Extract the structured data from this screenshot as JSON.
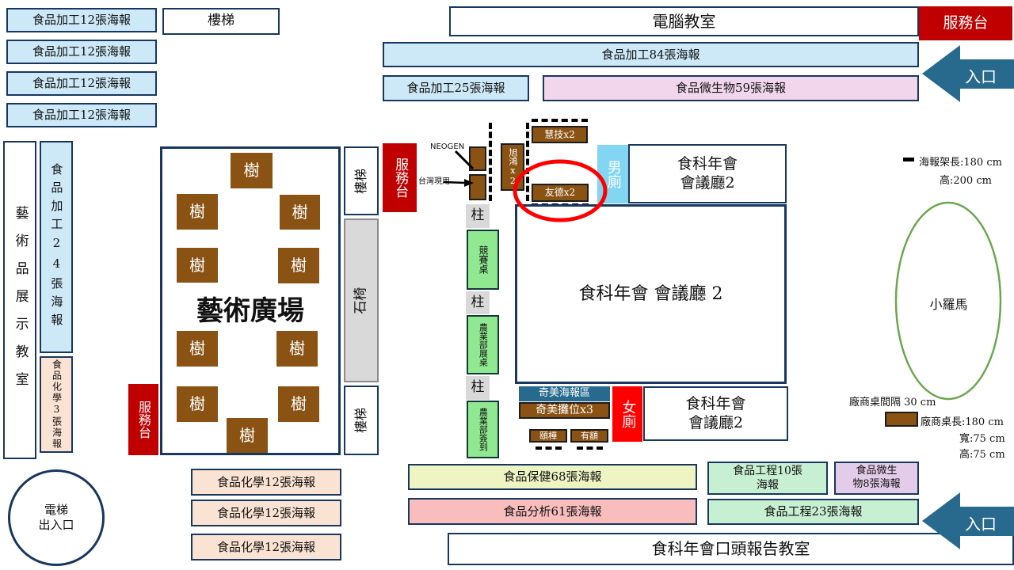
{
  "colors": {
    "border_navy": "#17375e",
    "light_blue": "#cde9f8",
    "pink": "#f2d7ec",
    "peach": "#fbe3d3",
    "yellow_green": "#eef5c3",
    "salmon": "#f9bdbd",
    "light_green": "#c7efd1",
    "lavender": "#e3cce9",
    "table_green": "#90e890",
    "gray": "#d9d9d9",
    "brown": "#8a5213",
    "dark_red": "#c00000",
    "bright_red": "#ff0000",
    "teal": "#276a8d",
    "toilet_blue": "#82d6f2",
    "ellipse_green": "#6aa84f",
    "annotation_red": "#ff0000"
  },
  "top_left": {
    "fp12": [
      "食品加工12張海報",
      "食品加工12張海報",
      "食品加工12張海報",
      "食品加工12張海報"
    ],
    "stairs": "樓梯"
  },
  "top": {
    "computer_room": "電腦教室",
    "service_desk": "服務台",
    "fp84": "食品加工84張海報",
    "entrance": "入口",
    "fp25": "食品加工25張海報",
    "micro59": "食品微生物59張海報"
  },
  "left_wing": {
    "art_room": "藝術品展示教室",
    "fp24": "食品加工24張海報",
    "chem3": "食品化學3張海報",
    "elevator_line1": "電梯",
    "elevator_line2": "出入口",
    "chem12": [
      "食品化學12張海報",
      "食品化學12張海報",
      "食品化學12張海報"
    ]
  },
  "plaza": {
    "title": "藝術廣場",
    "trees": [
      "樹",
      "樹",
      "樹",
      "樹",
      "樹",
      "樹",
      "樹",
      "樹",
      "樹",
      "樹"
    ],
    "stairs_top": "樓梯",
    "stone_bench": "石椅",
    "stairs_bottom": "樓梯",
    "service_desk_left": "服務台",
    "service_desk_mid": "服務台"
  },
  "vendors": {
    "neogen": "NEOGEN",
    "taiwan_label": "台灣現用",
    "xuhong": "旭鴻x2",
    "huiji": "慧技x2",
    "youde": "友德x2",
    "qimei_poster": "奇美海報區",
    "qimei_booth": "奇美攤位x3",
    "yihua": "頤樺",
    "youe": "有額"
  },
  "facilities": {
    "mens": "男廁",
    "womens": "女廁",
    "pillars": [
      "柱",
      "柱",
      "柱"
    ],
    "competition_table": "競賽桌",
    "agri_table": "農業部展桌",
    "agri_signin": "農業部簽到"
  },
  "halls": {
    "main": "食科年會 會議廳 2",
    "annual_line1": "食科年會",
    "annual_line2": "會議廳2",
    "oral": "食科年會口頭報告教室"
  },
  "legend": {
    "rack_line1": "海報架長:180 cm",
    "rack_line2": "高:200 cm",
    "rome": "小羅馬",
    "spacing": "廠商桌間隔 30 cm",
    "table_line1": "廠商桌長:180 cm",
    "table_line2": "寬:75 cm",
    "table_line3": "高:75 cm"
  },
  "bottom": {
    "health68": "食品保健68張海報",
    "analysis61": "食品分析61張海報",
    "eng10_line1": "食品工程10張",
    "eng10_line2": "海報",
    "micro8_line1": "食品微生",
    "micro8_line2": "物8張海報",
    "eng23": "食品工程23張海報",
    "entrance": "入口"
  }
}
